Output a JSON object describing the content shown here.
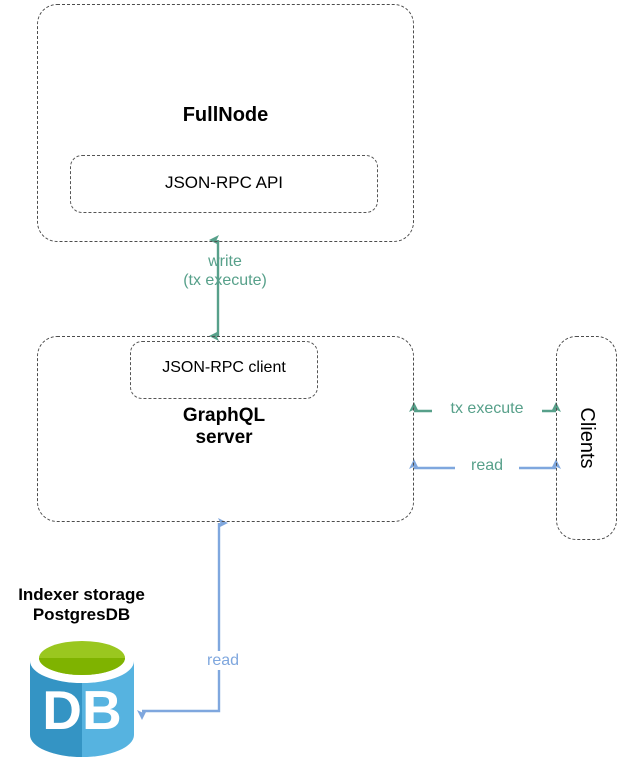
{
  "diagram": {
    "title": "FullNode / GraphQL server / Indexer storage architecture",
    "colors": {
      "green_arrow": "#57a08a",
      "blue_arrow": "#7fa7de",
      "box_border": "#4d4d4d",
      "db_body_dark": "#3494c4",
      "db_body_light": "#56b3e0",
      "db_top_green": "#9ac71f",
      "db_top_green_dark": "#7fb300",
      "db_text": "#ffffff",
      "text": "#000000"
    },
    "nodes": {
      "fullnode": {
        "title": "FullNode",
        "child": {
          "label": "JSON-RPC API"
        }
      },
      "graphql": {
        "title": "GraphQL\nserver",
        "child": {
          "label": "JSON-RPC client"
        }
      },
      "clients": {
        "label": "Clients",
        "orientation": "vertical"
      },
      "indexer": {
        "label": "Indexer storage\nPostgresDB",
        "icon_text": "DB",
        "icon_name": "database-cylinder-icon"
      }
    },
    "edges": [
      {
        "id": "write-edge",
        "label": "write\n(tx execute)",
        "color": "#57a08a",
        "from": "graphql",
        "to": "fullnode",
        "heads": "both",
        "orientation": "vertical"
      },
      {
        "id": "tx-execute-edge",
        "label": "tx execute",
        "color": "#57a08a",
        "from": "graphql",
        "to": "clients",
        "heads": "both",
        "orientation": "horizontal"
      },
      {
        "id": "read-clients-edge",
        "label": "read",
        "color": "#7fa7de",
        "label_color": "#57a08a",
        "from": "graphql",
        "to": "clients",
        "heads": "both",
        "orientation": "horizontal"
      },
      {
        "id": "read-db-edge",
        "label": "read",
        "color": "#7fa7de",
        "from": "indexer",
        "to": "graphql",
        "heads": "both",
        "orientation": "elbow"
      }
    ]
  }
}
